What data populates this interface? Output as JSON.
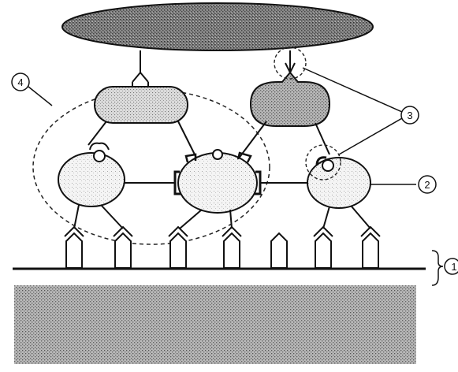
{
  "figure": {
    "callouts": [
      {
        "label": "1"
      },
      {
        "label": "2"
      },
      {
        "label": "3"
      },
      {
        "label": "4"
      }
    ],
    "colors": {
      "line": "#111111",
      "top_ellipse_fill": "#6f6f6f",
      "stipple_dark": "#9a9a9a",
      "stipple_light": "#cfcfcf",
      "background": "#ffffff"
    },
    "icons": [
      "receptor-icon",
      "capture-probe-icon",
      "detection-probe-icon",
      "target-particle-icon",
      "substrate-block-icon"
    ]
  }
}
